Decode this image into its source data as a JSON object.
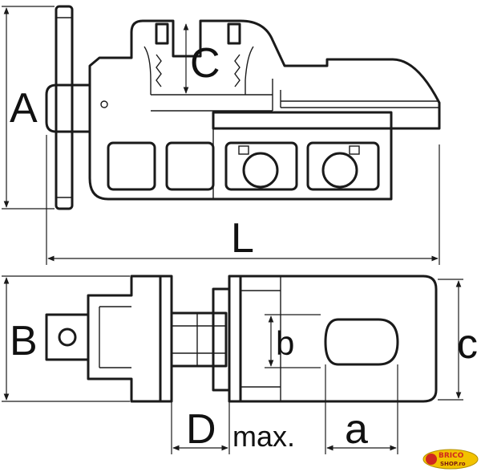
{
  "labels": {
    "A": "A",
    "C": "C",
    "L": "L",
    "B": "B",
    "b": "b",
    "c": "c",
    "D": "D",
    "max": "max.",
    "a": "a"
  },
  "logo": {
    "top": "BRICO",
    "bottom": "SHOP.ro"
  },
  "colors": {
    "line": "#1a1a1a",
    "background": "#ffffff",
    "logo_yellow": "#f2c200",
    "logo_red": "#d0281e"
  }
}
